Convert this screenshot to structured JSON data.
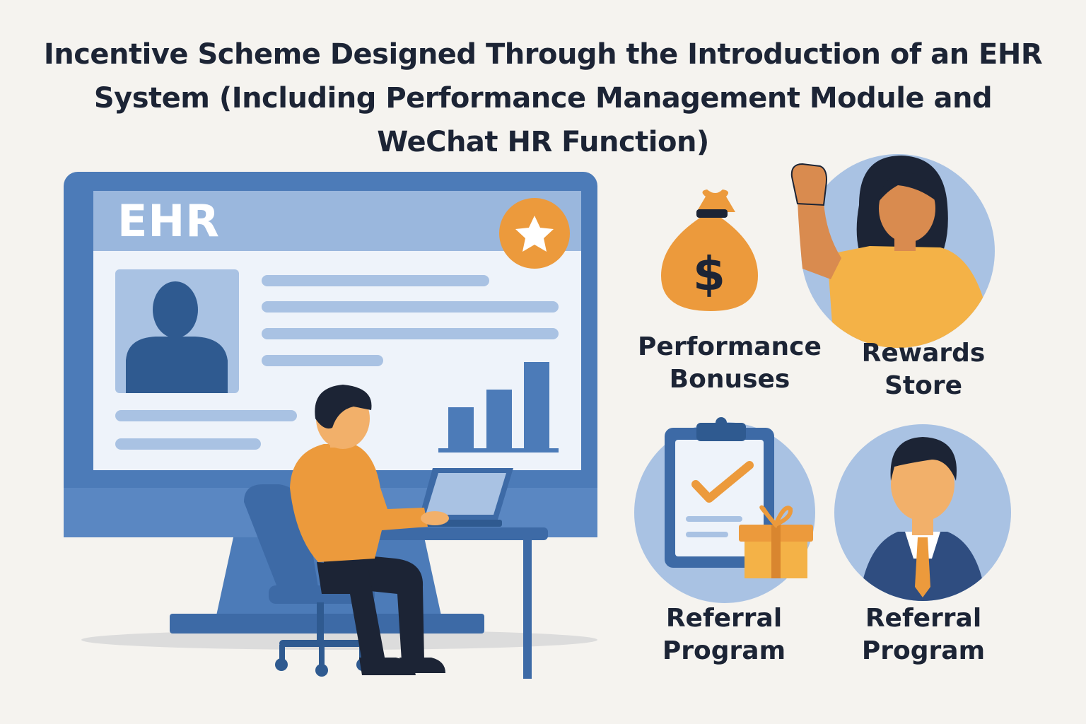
{
  "title": {
    "line1": "Incentive Scheme Designed Through the Introduction of an EHR",
    "line2": "System (Including Performance Management Module and",
    "line3": "WeChat HR Function)"
  },
  "monitor": {
    "label": "EHR"
  },
  "tiles": [
    {
      "line1": "Performance",
      "line2": "Bonuses",
      "icon": "money-bag-icon"
    },
    {
      "line1": "Rewards",
      "line2": "Store",
      "icon": "cheering-woman-illustration"
    },
    {
      "line1": "Referral",
      "line2": "Program",
      "icon": "clipboard-gift-icon"
    },
    {
      "line1": "Referral",
      "line2": "Program",
      "icon": "businessman-illustration"
    }
  ],
  "colors": {
    "blue_dark": "#3d6aa6",
    "blue_mid": "#5b86c0",
    "blue_light": "#a9c2e3",
    "orange": "#ec9a3c",
    "text": "#1c2435"
  }
}
